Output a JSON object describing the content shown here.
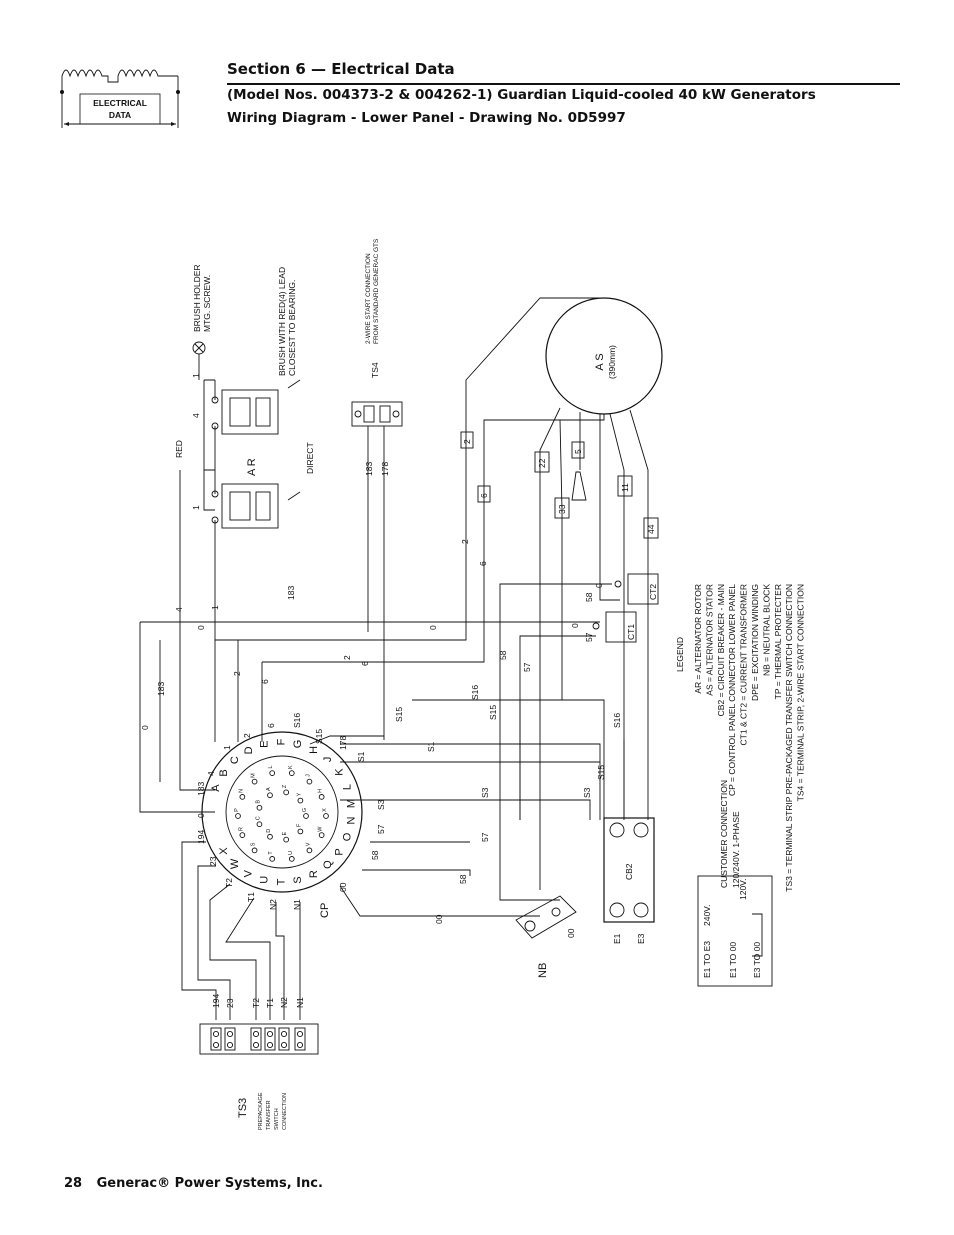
{
  "header": {
    "logo_text_1": "ELECTRICAL",
    "logo_text_2": "DATA",
    "section_title": "Section 6 — Electrical Data",
    "model_title": "(Model Nos. 004373-2 & 004262-1) Guardian Liquid-cooled 40 kW Generators",
    "diagram_title": "Wiring Diagram - Lower Panel - Drawing No. 0D5997"
  },
  "footer": {
    "page_number": "28",
    "company": "Generac® Power Systems, Inc."
  },
  "diagram": {
    "brush_holder_note": [
      "BRUSH HOLDER",
      "MTG. SCREW."
    ],
    "brush_red_note": [
      "BRUSH WITH RED(4) LEAD",
      "CLOSEST TO BEARING."
    ],
    "direct_label": "DIRECT",
    "red_label": "RED",
    "ar_label": "A R",
    "ts4_label": "TS4",
    "ts4_note": [
      "2-WIRE START CONNECTION",
      "FROM STANDARD GENERAC GTS"
    ],
    "as_label": "A S",
    "as_sub": "(390mm)",
    "cp_label": "CP",
    "nb_label": "NB",
    "ts3_label": "TS3",
    "ts3_note": [
      "PREPACKAGE",
      "TRANSFER",
      "SWITCH",
      "CONNECTION"
    ],
    "cb2_label": "CB2",
    "ct1_label": "CT1",
    "ct2_label": "CT2",
    "e1_label": "E1",
    "e3_label": "E3",
    "connector_pins": [
      "A",
      "B",
      "C",
      "D",
      "E",
      "F",
      "G",
      "H",
      "J",
      "K",
      "L",
      "M",
      "N",
      "O",
      "P",
      "Q",
      "R",
      "S",
      "T",
      "U",
      "V",
      "W",
      "X"
    ],
    "inner_pins": [
      "X",
      "W",
      "V",
      "U",
      "T",
      "S",
      "R",
      "P",
      "N",
      "M",
      "L",
      "K",
      "J",
      "H",
      "G",
      "F",
      "E",
      "D",
      "C",
      "B",
      "A",
      "Z",
      "Y"
    ],
    "wire_numbers": {
      "w0": "0",
      "w1": "1",
      "w2": "2",
      "w4": "4",
      "w6": "6",
      "w183": "183",
      "w178": "178",
      "w194": "194",
      "w23": "23",
      "w57": "57",
      "w58": "58",
      "w00": "00",
      "wS1": "S1",
      "wS3": "S3",
      "wS15": "S15",
      "wS16": "S16",
      "wT1": "T1",
      "wT2": "T2",
      "wN1": "N1",
      "wN2": "N2",
      "w5": "5",
      "w11": "11",
      "w22": "22",
      "w33": "33",
      "w44": "44"
    },
    "ts3_terminals": [
      "194",
      "23",
      "T2",
      "T1",
      "N2",
      "N1"
    ],
    "customer_connection": [
      "CUSTOMER CONNECTION",
      "120/240V.  1-PHASE"
    ],
    "voltage_table": [
      {
        "label": "E1 TO E3",
        "value": "240V."
      },
      {
        "label": "E1 TO 00",
        "value": "120V."
      },
      {
        "label": "E3 TO 00",
        "value": ""
      }
    ],
    "legend_title": "LEGEND",
    "legend": [
      "AR = ALTERNATOR ROTOR",
      "AS = ALTERNATOR STATOR",
      "CB2 = CIRCUIT BREAKER - MAIN",
      "CP = CONTROL PANEL CONNECTOR LOWER PANEL",
      "CT1 & CT2 = CURRENT TRANSFORMER",
      "DPE = EXCITATION WINDING",
      "NB = NEUTRAL BLOCK",
      "TP = THERMAL PROTECTER",
      "TS3 = TERMINAL STRIP  PRE-PACKAGED TRANSFER SWITCH CONNECTION",
      "TS4 = TERMINAL STRIP, 2-WIRE START CONNECTION"
    ]
  }
}
